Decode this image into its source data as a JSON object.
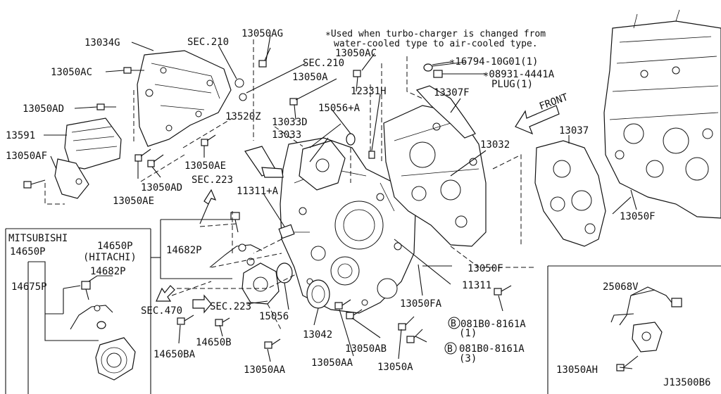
{
  "diagram": {
    "note_line1": "∗Used when turbo-charger is changed from",
    "note_line2": "water-cooled type to air-cooled type.",
    "front_label": "FRONT",
    "diagram_id": "J13500B6",
    "mitsubishi": "MITSUBISHI",
    "hitachi": "(HITACHI)"
  },
  "parts": {
    "p13034G": "13034G",
    "p13050AC_l": "13050AC",
    "p13050AD_l": "13050AD",
    "p13591": "13591",
    "p13050AF": "13050AF",
    "p13050AE_b": "13050AE",
    "p13050AD_b": "13050AD",
    "p13050AE_m": "13050AE",
    "sec210_a": "SEC.210",
    "p13050AG": "13050AG",
    "sec210_b": "SEC.210",
    "p13050AC_t": "13050AC",
    "p13050A_t": "13050A",
    "p13520Z": "13520Z",
    "p13033D": "13033D",
    "p13033": "13033",
    "p15056A": "15056+A",
    "p12331H": "12331H",
    "p16794": "∗16794-10G01(1)",
    "p08931": "∗08931-4441A",
    "plug": "PLUG(1)",
    "p13307F": "13307F",
    "p13037": "13037",
    "p13032": "13032",
    "p13050F_r": "13050F",
    "sec223_a": "SEC.223",
    "p11311A": "11311+A",
    "p14650P": "14650P",
    "p14682P_m": "14682P",
    "m14650P": "14650P",
    "m14675P": "14675P",
    "m14682P": "14682P",
    "sec470": "SEC.470",
    "sec223_b": "SEC.223",
    "p15056": "15056",
    "p13050F_m": "13050F",
    "p11311": "11311",
    "p13050FA": "13050FA",
    "p081B0_1": "081B0-8161A",
    "qty_1": "(1)",
    "p081B0_2": "081B0-8161A",
    "qty_3": "(3)",
    "p13042": "13042",
    "p13050AB": "13050AB",
    "p14650BA": "14650BA",
    "p14650B": "14650B",
    "p13050AA_l": "13050AA",
    "p13050AA_m": "13050AA",
    "p13050A_b": "13050A",
    "p25068V": "25068V",
    "p13050AH": "13050AH",
    "b_letter": "B"
  }
}
